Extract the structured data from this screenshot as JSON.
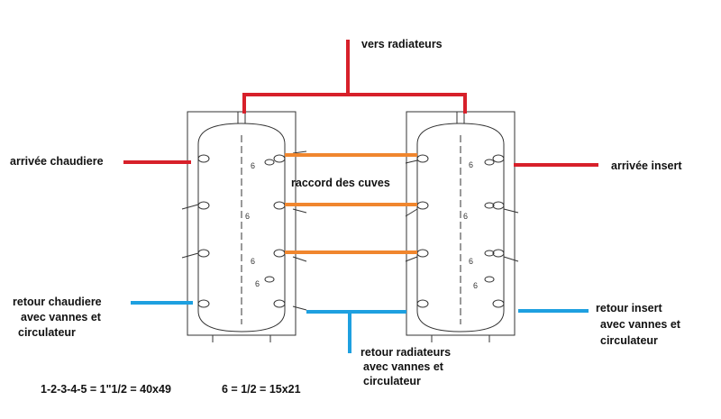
{
  "labels": {
    "vers_radiateurs": "vers radiateurs",
    "arrivee_chaudiere": "arrivée chaudiere",
    "arrivee_insert": "arrivée insert",
    "raccord_des_cuves": "raccord des cuves",
    "retour_chaudiere_1": "retour chaudiere",
    "retour_chaudiere_2": "avec vannes et",
    "retour_chaudiere_3": "circulateur",
    "retour_insert_1": "retour insert",
    "retour_insert_2": "avec vannes et",
    "retour_insert_3": "circulateur",
    "retour_radiateurs_1": "retour radiateurs",
    "retour_radiateurs_2": "avec vannes et",
    "retour_radiateurs_3": "circulateur",
    "legend_left": "1-2-3-4-5 = 1\"1/2 = 40x49",
    "legend_right": "6 = 1/2 = 15x21"
  },
  "tank_labels": {
    "six": "6"
  },
  "colors": {
    "hot_pipe": "#d7202a",
    "connector_pipe": "#f0862e",
    "return_pipe": "#1ea0e0",
    "tank_outline": "#333333"
  }
}
